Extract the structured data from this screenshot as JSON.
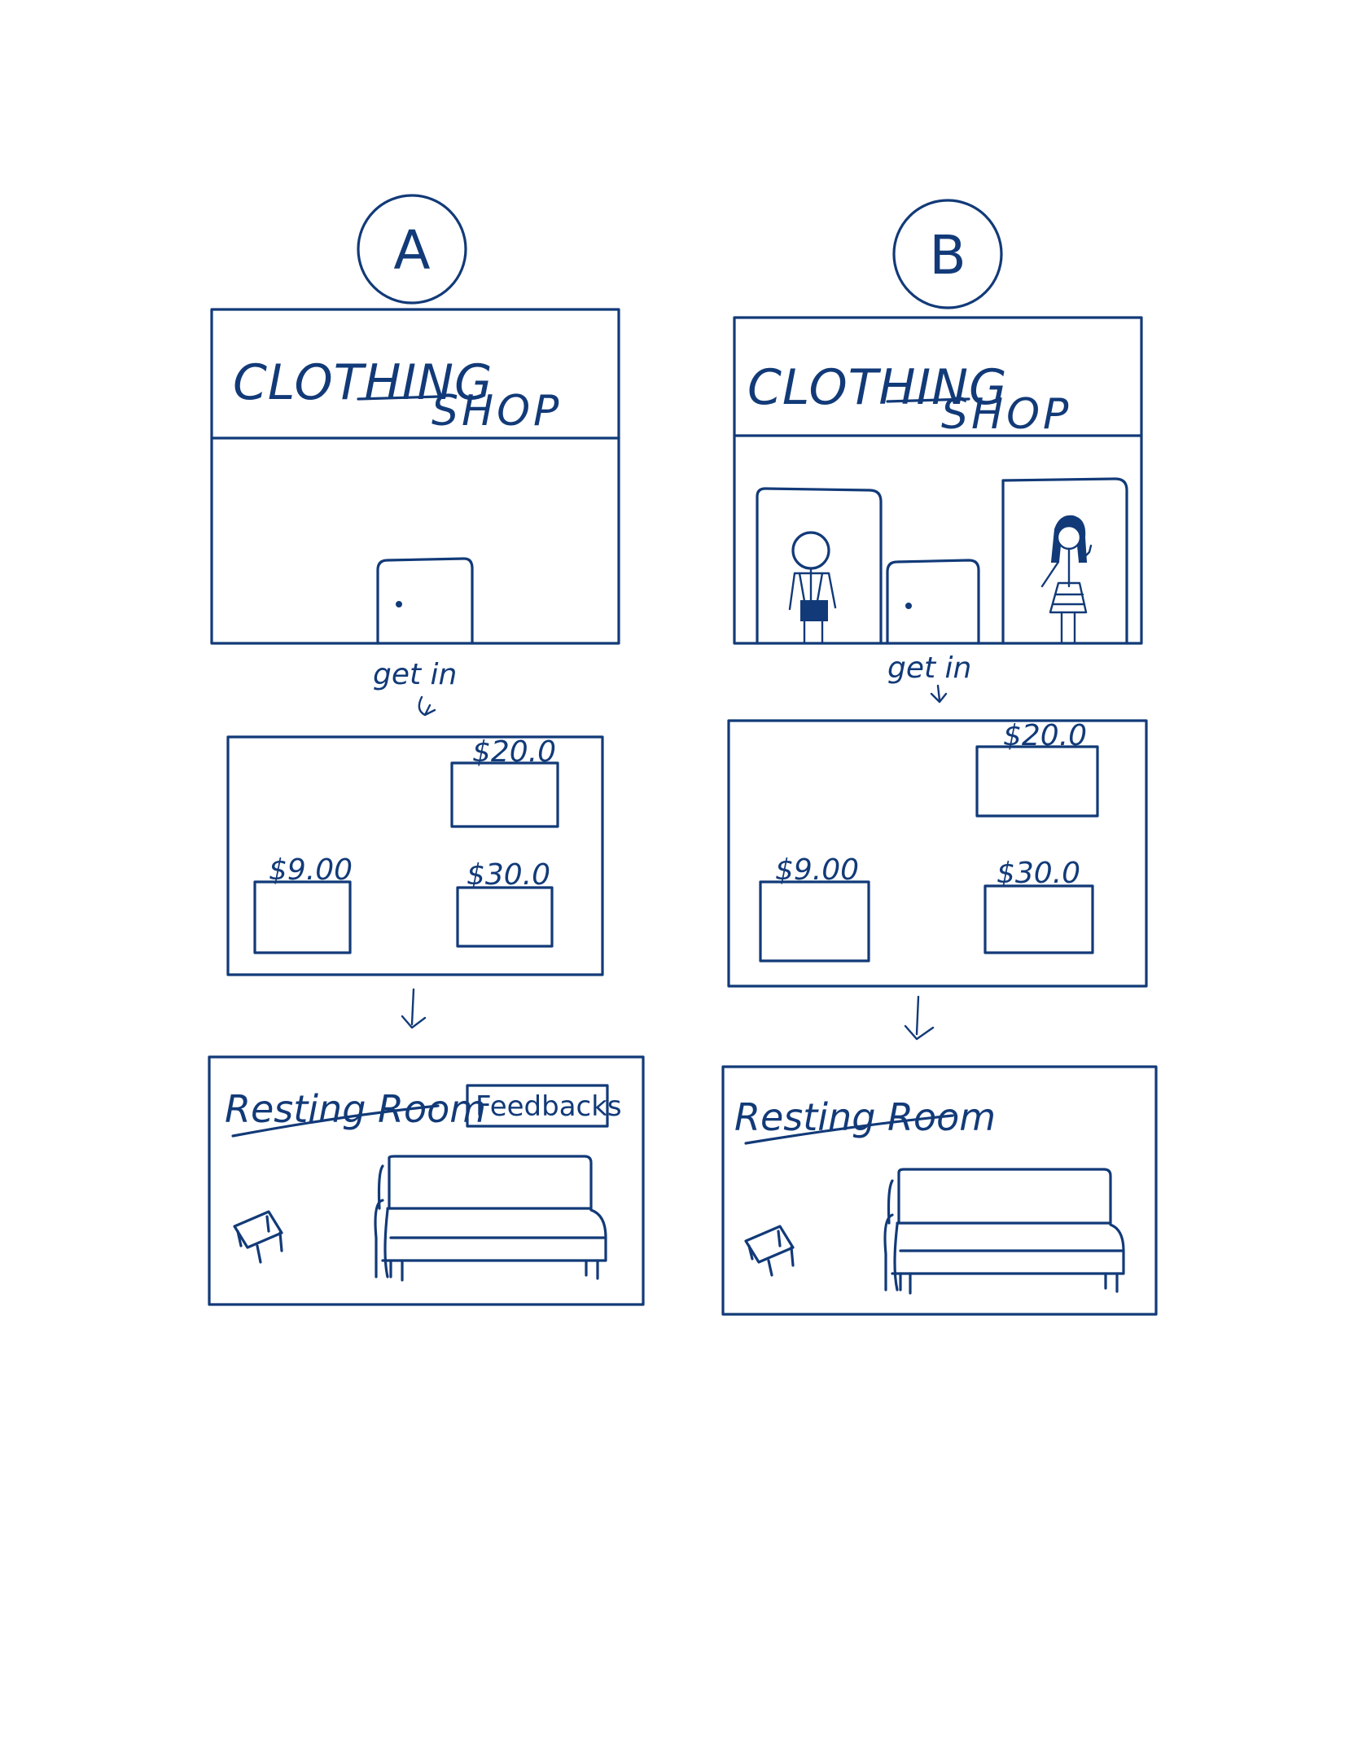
{
  "variants": [
    {
      "label": "A",
      "shop_sign": {
        "line1": "CLOTHING",
        "line2": "SHOP"
      },
      "transition_label": "get in",
      "prices": [
        "$20.0",
        "$9.00",
        "$30.0"
      ],
      "resting_room": {
        "title": "Resting Room",
        "feedback_button": "Feedbacks"
      }
    },
    {
      "label": "B",
      "shop_sign": {
        "line1": "CLOTHING",
        "line2": "SHOP"
      },
      "transition_label": "get in",
      "prices": [
        "$20.0",
        "$9.00",
        "$30.0"
      ],
      "resting_room": {
        "title": "Resting Room"
      }
    }
  ],
  "colors": {
    "ink": "#123a78",
    "paper": "#ffffff"
  }
}
